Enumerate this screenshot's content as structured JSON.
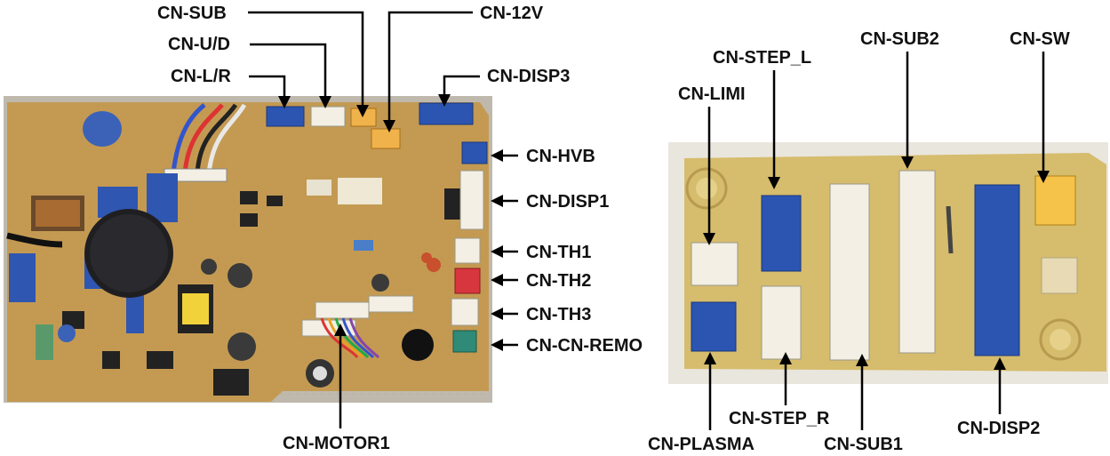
{
  "colors": {
    "pcb": "#c49a52",
    "pcb_dark": "#a9803f",
    "pcb_right": "#d6bc6d",
    "background_right": "#e9e6dd",
    "connector_blue": "#2b55b0",
    "connector_white": "#f3efe4",
    "connector_orange": "#f0b24a",
    "connector_red": "#d8363f",
    "connector_green": "#2f8a78"
  },
  "main_board": {
    "labels": {
      "cn_sub": "CN-SUB",
      "cn_12v": "CN-12V",
      "cn_ud": "CN-U/D",
      "cn_lr": "CN-L/R",
      "cn_disp3": "CN-DISP3",
      "cn_hvb": "CN-HVB",
      "cn_disp1": "CN-DISP1",
      "cn_th1": "CN-TH1",
      "cn_th2": "CN-TH2",
      "cn_th3": "CN-TH3",
      "cn_remo": "CN-CN-REMO",
      "cn_motor1": "CN-MOTOR1"
    }
  },
  "sub_board": {
    "labels": {
      "cn_sub2": "CN-SUB2",
      "cn_sw": "CN-SW",
      "cn_step_l": "CN-STEP_L",
      "cn_limi": "CN-LIMI",
      "cn_step_r": "CN-STEP_R",
      "cn_plasma": "CN-PLASMA",
      "cn_sub1": "CN-SUB1",
      "cn_disp2": "CN-DISP2"
    }
  }
}
